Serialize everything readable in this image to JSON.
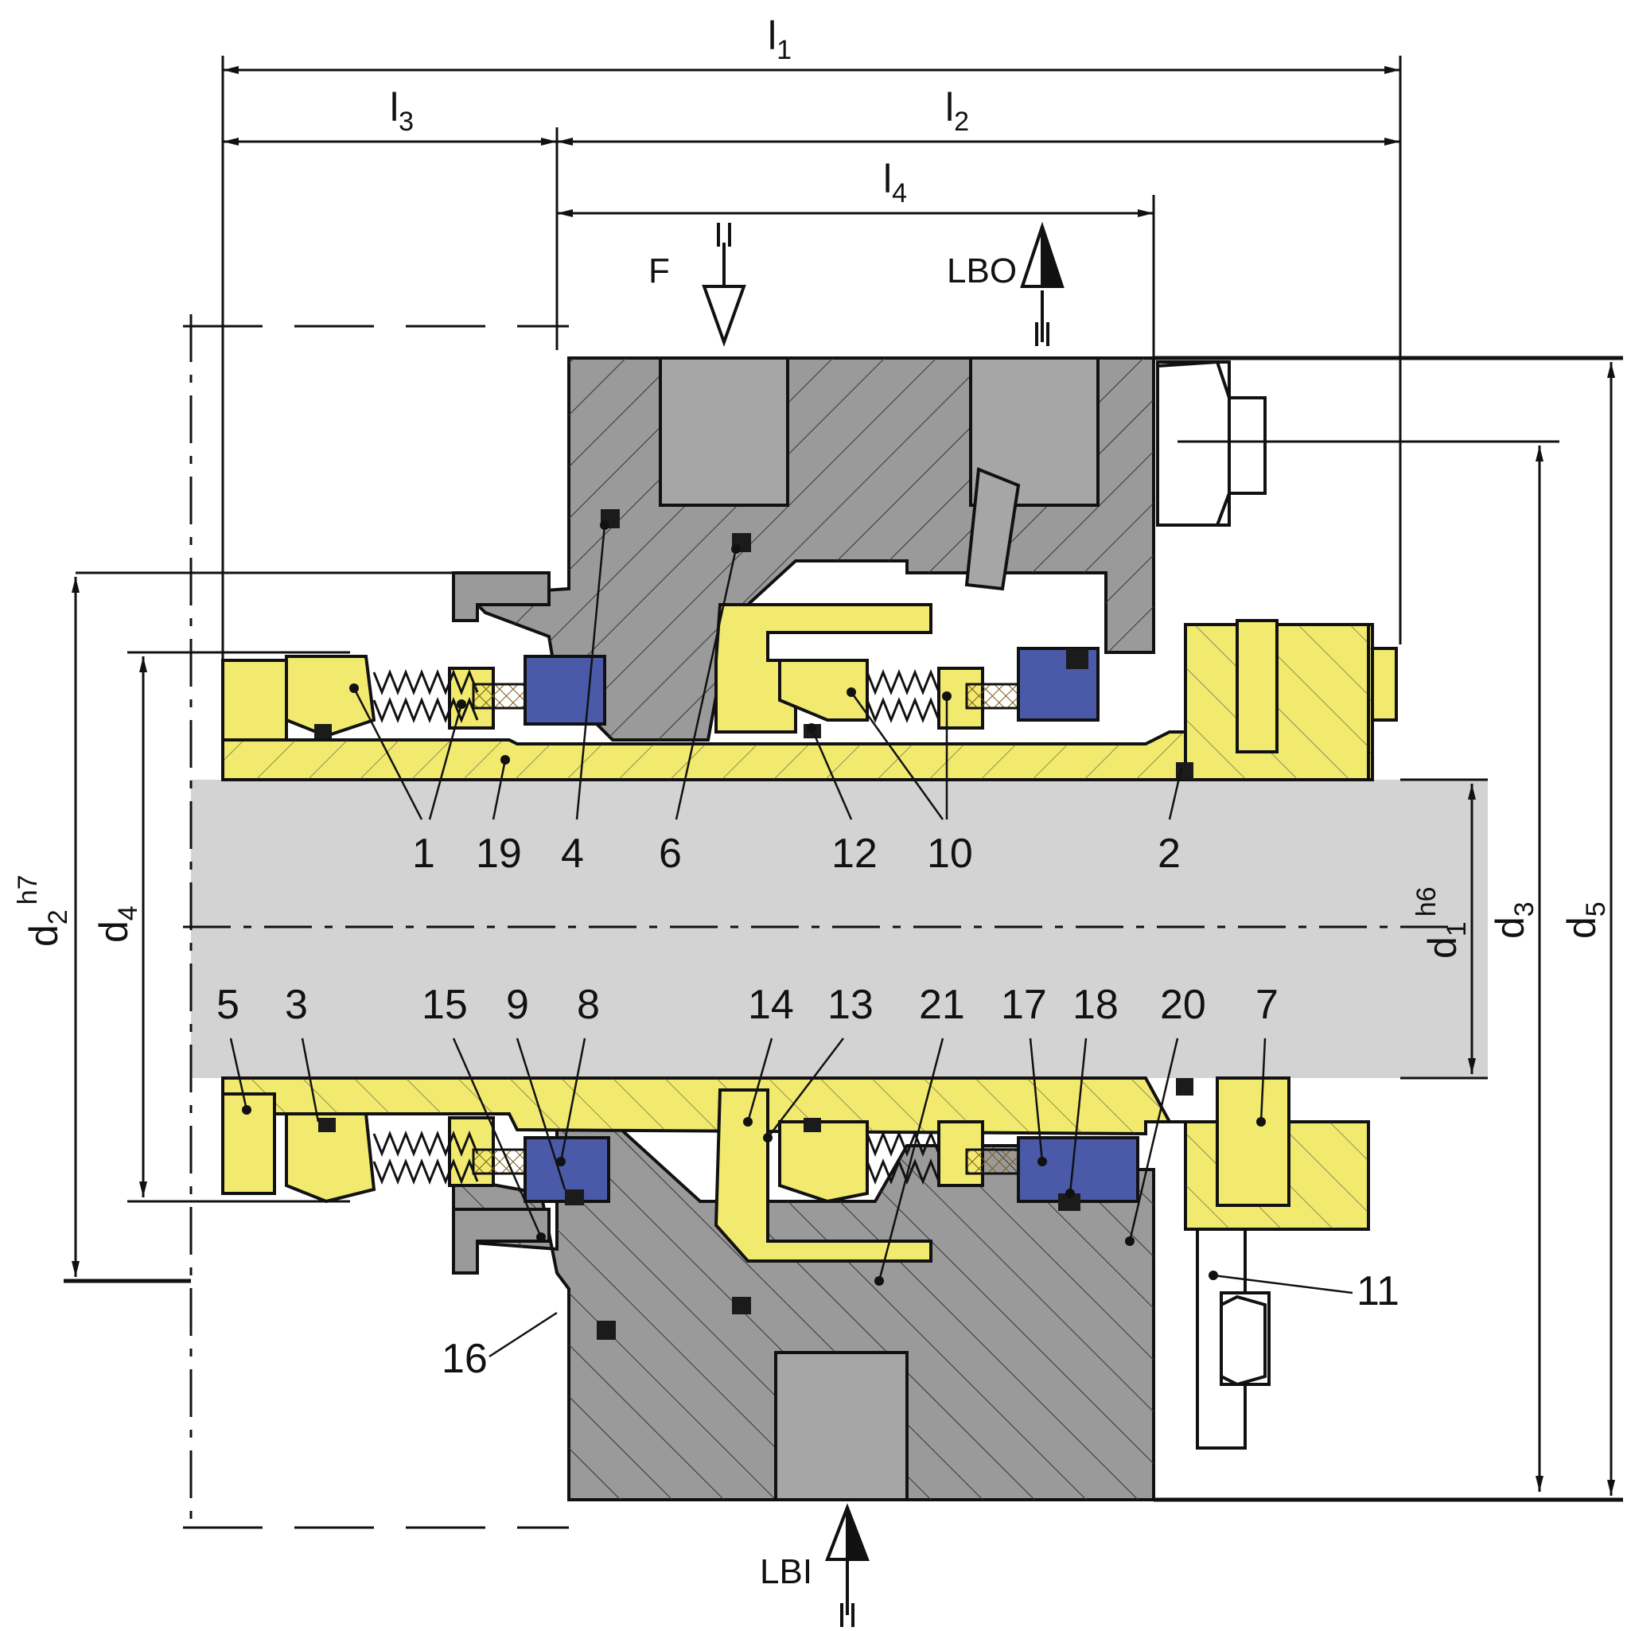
{
  "colors": {
    "housing": "#9a9a9a",
    "rotor": "#f1ea6f",
    "shaft": "#d3d3d3",
    "seal_face": "#4a5aa8",
    "oring": "#1b1b1b",
    "line": "#111111"
  },
  "dimensions": {
    "l1": {
      "main": "l",
      "sub": "1"
    },
    "l2": {
      "main": "l",
      "sub": "2"
    },
    "l3": {
      "main": "l",
      "sub": "3"
    },
    "l4": {
      "main": "l",
      "sub": "4"
    },
    "d1": {
      "main": "d",
      "sub": "1",
      "sup": "h6"
    },
    "d2": {
      "main": "d",
      "sub": "2",
      "sup": "h7"
    },
    "d3": {
      "main": "d",
      "sub": "3"
    },
    "d4": {
      "main": "d",
      "sub": "4"
    },
    "d5": {
      "main": "d",
      "sub": "5"
    }
  },
  "ports": {
    "f": "F",
    "lbo": "LBO",
    "lbi": "LBI"
  },
  "callouts": {
    "upper": [
      "1",
      "19",
      "4",
      "6",
      "12",
      "10",
      "2"
    ],
    "lower": [
      "5",
      "3",
      "15",
      "9",
      "8",
      "14",
      "13",
      "21",
      "17",
      "18",
      "20",
      "7"
    ],
    "side": [
      "11",
      "16"
    ]
  }
}
